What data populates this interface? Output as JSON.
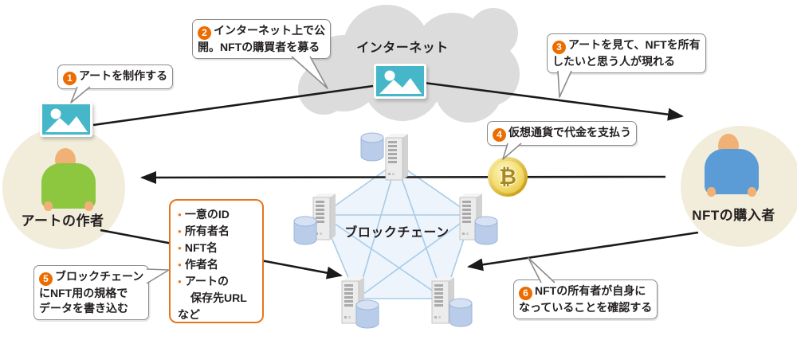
{
  "colors": {
    "accent-orange": "#e8751a",
    "number-badge": "#ed6c00",
    "teal": "#45b7c8",
    "green": "#8dc63f",
    "blue": "#5b9cd6",
    "skin": "#f1b176",
    "gold-light": "#f9ea9a",
    "gold-dark": "#c89b0e",
    "circle-bg": "#f2edda",
    "cloud-gray": "#dcdcdc",
    "net-line": "#a8cbe8",
    "net-fill": "#e4eefa",
    "callout-border": "#8c8c8c",
    "arrow": "#1a1a1a",
    "text": "#231f20"
  },
  "internet": {
    "label": "インターネット"
  },
  "blockchain": {
    "label": "ブロックチェーン"
  },
  "actors": {
    "creator": {
      "label": "アートの作者"
    },
    "buyer": {
      "label": "NFTの購入者"
    }
  },
  "callouts": {
    "c1": {
      "number": "1",
      "lines": [
        "アートを制作する"
      ]
    },
    "c2": {
      "number": "2",
      "lines": [
        "インターネット上で公",
        "開。NFTの購買者を募る"
      ]
    },
    "c3": {
      "number": "3",
      "lines": [
        "アートを見て、NFTを所有",
        "したいと思う人が現れる"
      ]
    },
    "c4": {
      "number": "4",
      "lines": [
        "仮想通貨で代金を支払う"
      ]
    },
    "c5": {
      "number": "5",
      "lines": [
        "ブロックチェーン",
        "にNFT用の規格で",
        "データを書き込む"
      ]
    },
    "c6": {
      "number": "6",
      "lines": [
        "NFTの所有者が自身に",
        "なっていることを確認する"
      ]
    }
  },
  "nft_box": {
    "items": [
      "一意のID",
      "所有者名",
      "NFT名",
      "作者名",
      "アートの"
    ],
    "item_sub": "保存先URL",
    "footer": "など"
  },
  "icons": {
    "bitcoin_glyph": "₿"
  }
}
